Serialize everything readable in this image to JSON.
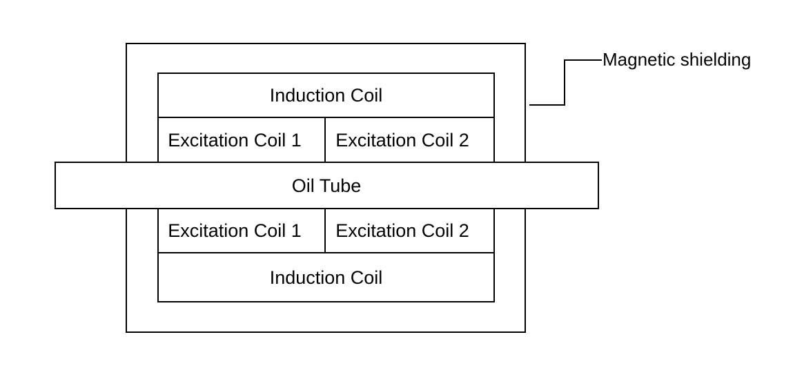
{
  "diagram": {
    "shield_label": "Magnetic shielding",
    "upper_induction_coil": "Induction Coil",
    "upper_excitation_coil_1": "Excitation Coil 1",
    "upper_excitation_coil_2": "Excitation Coil 2",
    "oil_tube": "Oil Tube",
    "lower_excitation_coil_1": "Excitation Coil 1",
    "lower_excitation_coil_2": "Excitation Coil 2",
    "lower_induction_coil": "Induction Coil"
  },
  "colors": {
    "stroke": "#000000",
    "background": "#ffffff"
  }
}
